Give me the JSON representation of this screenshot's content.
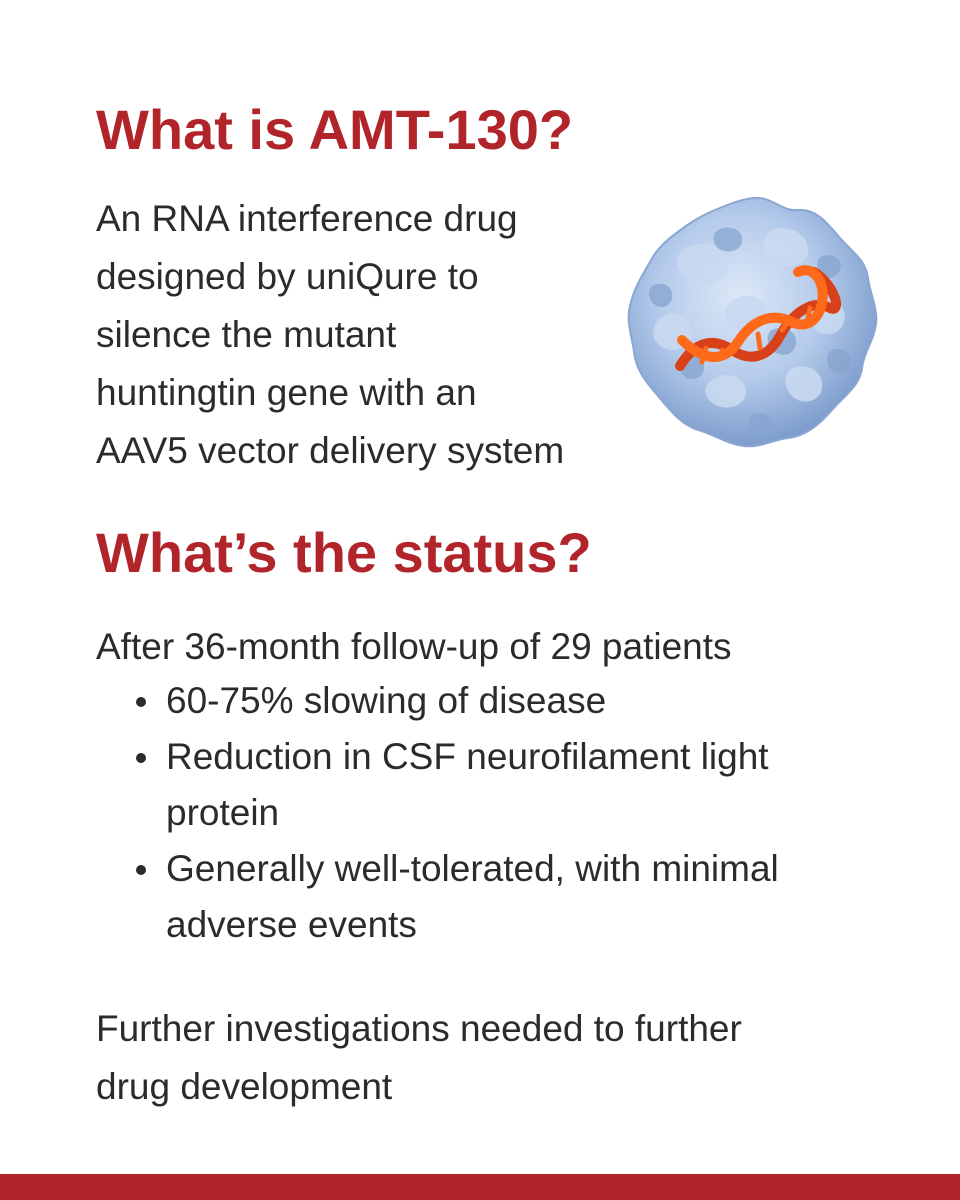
{
  "section1": {
    "heading": "What is AMT-130?",
    "description_lines": [
      "An RNA interference drug",
      "designed by uniQure to",
      "silence the mutant",
      "huntingtin gene with an",
      "AAV5 vector delivery system"
    ],
    "illustration_icon": "aav-virus-with-rna-icon"
  },
  "section2": {
    "heading": "What’s the status?",
    "intro": "After 36-month follow-up of 29 patients",
    "bullets": [
      {
        "lines": [
          "60-75% slowing of disease"
        ]
      },
      {
        "lines": [
          "Reduction in CSF neurofilament light",
          "protein"
        ]
      },
      {
        "lines": [
          "Generally well-tolerated, with minimal",
          "adverse events"
        ]
      }
    ],
    "closing_lines": [
      "Further investigations needed to further",
      "drug development"
    ]
  },
  "colors": {
    "heading": "#b0242a",
    "body_text": "#2b2b2b",
    "footer_bar": "#b0242a",
    "virus_shell": "#a9c2e6",
    "rna_strand_1": "#ff6a1a",
    "rna_strand_2": "#d8401a"
  }
}
